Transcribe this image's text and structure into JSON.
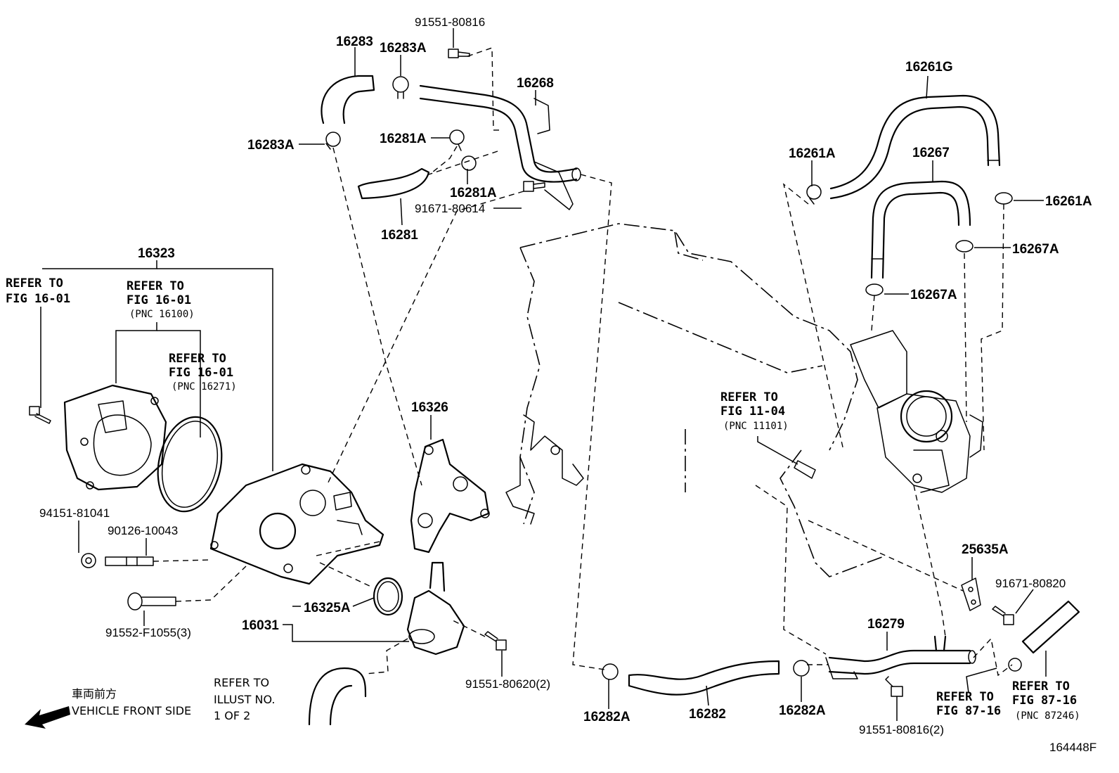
{
  "callouts": {
    "p16283": "16283",
    "p16283A_top": "16283A",
    "p16283A_left": "16283A",
    "p91551_80816": "91551-80816",
    "p16268": "16268",
    "p16281A_a": "16281A",
    "p16281A_b": "16281A",
    "p91671_80614": "91671-80614",
    "p16281": "16281",
    "p16323": "16323",
    "p16326": "16326",
    "p94151_81041": "94151-81041",
    "p90126_10043": "90126-10043",
    "p91552_F1055": "91552-F1055(3)",
    "p16325A": "16325A",
    "p16031": "16031",
    "p91551_80620": "91551-80620(2)",
    "p16282A_left": "16282A",
    "p16282": "16282",
    "p16282A_right": "16282A",
    "p16279": "16279",
    "p91551_80816_2": "91551-80816(2)",
    "p25635A": "25635A",
    "p91671_80820": "91671-80820",
    "p16261G": "16261G",
    "p16261A_left": "16261A",
    "p16261A_right": "16261A",
    "p16267": "16267",
    "p16267A_right": "16267A",
    "p16267A_left": "16267A"
  },
  "refs": {
    "ref_left": [
      "REFER TO",
      "FIG 16-01"
    ],
    "ref_pnc16100": [
      "REFER TO",
      "FIG 16-01",
      "(PNC 16100)"
    ],
    "ref_pnc16271": [
      "REFER TO",
      "FIG 16-01",
      "(PNC 16271)"
    ],
    "ref_pnc11101": [
      "REFER TO",
      "FIG 11-04",
      "(PNC 11101)"
    ],
    "ref_fig87_16": [
      "REFER TO",
      "FIG 87-16"
    ],
    "ref_pnc87246": [
      "REFER TO",
      "FIG 87-16",
      "(PNC 87246)"
    ],
    "ref_illust": [
      "REFER TO",
      "ILLUST NO.",
      "1 OF 2"
    ]
  },
  "front": {
    "japanese": "車両前方",
    "english": "VEHICLE FRONT SIDE"
  },
  "figure_code": "164448F"
}
